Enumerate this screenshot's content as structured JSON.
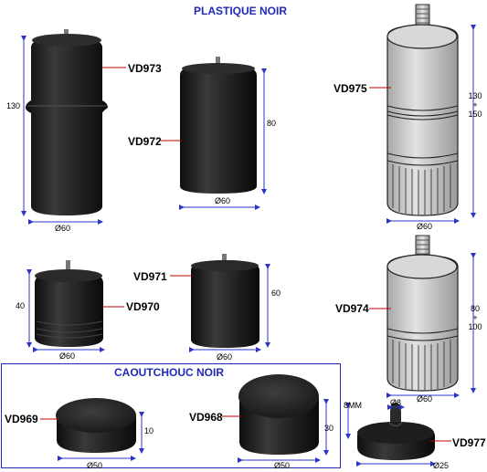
{
  "sections": {
    "plastique_title": "PLASTIQUE NOIR",
    "caoutchouc_title": "CAOUTCHOUC NOIR"
  },
  "products": {
    "vd973": {
      "code": "VD973",
      "height": "130",
      "diameter": "Ø60"
    },
    "vd972": {
      "code": "VD972",
      "height": "80",
      "diameter": "Ø60"
    },
    "vd975": {
      "code": "VD975",
      "height_top": "130",
      "height_plus": "+",
      "height_bottom": "150",
      "diameter": "Ø60"
    },
    "vd971": {
      "code": "VD971",
      "height": "60",
      "diameter": "Ø60"
    },
    "vd970": {
      "code": "VD970",
      "height": "40",
      "diameter": "Ø60"
    },
    "vd974": {
      "code": "VD974",
      "height_top": "80",
      "height_plus": "+",
      "height_bottom": "100",
      "diameter": "Ø60"
    },
    "vd969": {
      "code": "VD969",
      "height": "10",
      "diameter": "Ø50"
    },
    "vd968": {
      "code": "VD968",
      "height": "30",
      "diameter": "Ø50"
    },
    "vd977": {
      "code": "VD977",
      "stem_height": "8MM",
      "stem_diameter": "Ø8",
      "diameter": "Ø25"
    }
  },
  "colors": {
    "title_blue": "#1f2ab6",
    "leader_red": "#c00000",
    "dimension_blue": "#2a35c8",
    "body_black": "#222222",
    "body_grey": "#cfcfcf"
  }
}
